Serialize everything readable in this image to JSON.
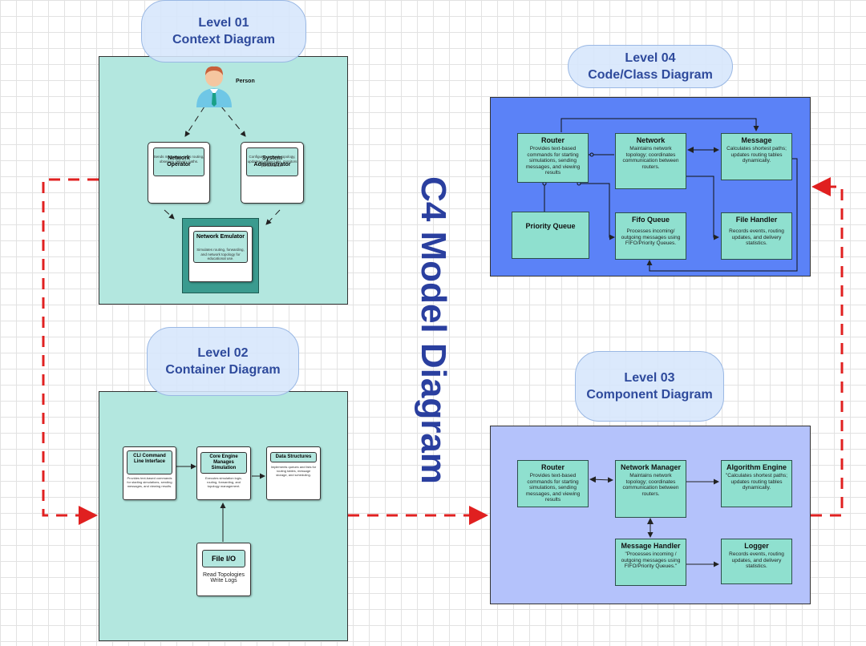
{
  "title": "C4 Model Diagram",
  "levels": {
    "l1": {
      "line1": "Level 01",
      "line2": "Context Diagram"
    },
    "l2": {
      "line1": "Level 02",
      "line2": "Container Diagram"
    },
    "l3": {
      "line1": "Level 03",
      "line2": "Component Diagram"
    },
    "l4": {
      "line1": "Level 04",
      "line2": "Code/Class Diagram"
    }
  },
  "context": {
    "person_label": "Person",
    "operator": {
      "title": "Network Operator",
      "desc": "Sends messages, tests routing, observes delivery paths."
    },
    "admin": {
      "title": "System Administrator",
      "desc": "Configures network topology, updates routing rules, monitors performance."
    },
    "emulator": {
      "title": "Network Emulator",
      "desc": "Simulates routing, forwarding, and network topology for educational use."
    }
  },
  "container": {
    "cli": {
      "title": "CLI Command Line Interface",
      "desc": "Provides text-based commands for starting simulations, sending messages, and viewing results."
    },
    "core": {
      "title": "Core Engine Manages Simulation",
      "desc": "Executes simulation logic, routing, forwarding, and topology management."
    },
    "data": {
      "title": "Data Structures",
      "desc": "Implements queues and lists for routing tables, message storage, and scheduling."
    },
    "file": {
      "title": "File  I/O",
      "desc1": "Read Topologies",
      "desc2": "Write Logs"
    }
  },
  "component": {
    "router": {
      "title": "Router",
      "desc": "Provides text-based commands for starting simulations, sending messages, and viewing results"
    },
    "netmgr": {
      "title": "Network Manager",
      "desc": "Maintains network topology; coordinates communication between routers."
    },
    "algo": {
      "title": "Algorithm Engine",
      "desc": "\"Calculates shortest paths; updates routing tables dynamically."
    },
    "msghandler": {
      "title": "Message Handler",
      "desc": "\"Processes incoming / outgoing messages using FIFO/Priority Queues.\""
    },
    "logger": {
      "title": "Logger",
      "desc": "Records events, routing updates, and delivery statistics."
    }
  },
  "code": {
    "router": {
      "title": "Router",
      "desc": "Provides text-based commands for starting simulations, sending messages, and viewing results"
    },
    "network": {
      "title": "Network",
      "desc": "Maintains network topology; coordinates communication between routers."
    },
    "message": {
      "title": "Message",
      "desc": "Calculates shortest paths; updates routing tables dynamically."
    },
    "pqueue": {
      "title": "Priority Queue"
    },
    "fifo": {
      "title": "Fifo Queue",
      "desc": "Processes incoming/ outgoing messages using FIFO/Priority Queues."
    },
    "filehandler": {
      "title": "File Handler",
      "desc": "Records events, routing updates, and delivery statistics."
    }
  },
  "colors": {
    "flow_arrow": "#e02020",
    "title": "#2a3f9f",
    "teal": "#b3e7df",
    "code_bg": "#5b82f7",
    "component_bg": "#b4c2fb",
    "box": "#8fe0cf"
  }
}
